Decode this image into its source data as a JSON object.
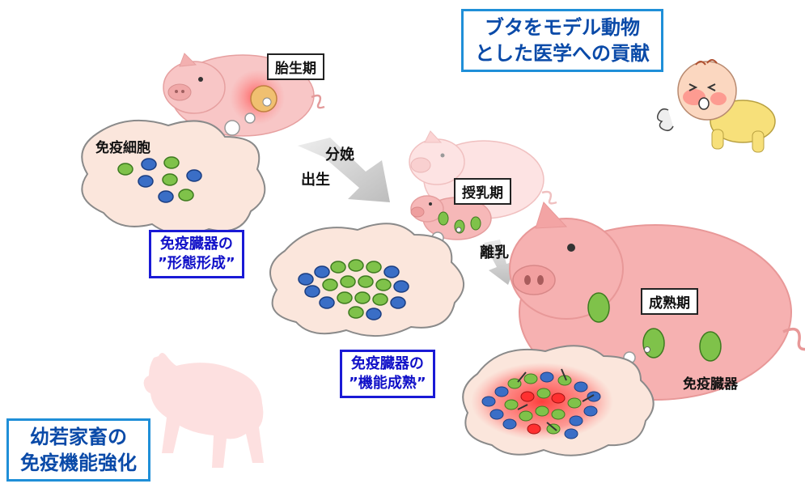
{
  "labels": {
    "fetal": "胎生期",
    "lactation": "授乳期",
    "mature": "成熟期",
    "delivery": "分娩",
    "birth": "出生",
    "weaning": "離乳",
    "immune_cells": "免疫細胞",
    "immune_organ": "免疫臓器",
    "morphogenesis_l1": "免疫臓器の",
    "morphogenesis_l2": "”形態形成”",
    "maturation_l1": "免疫臓器の",
    "maturation_l2": "”機能成熟”",
    "model_l1": "ブタをモデル動物",
    "model_l2": "とした医学への貢献",
    "livestock_l1": "幼若家畜の",
    "livestock_l2": "免疫機能強化"
  },
  "colors": {
    "pig_pink": "#f6b8b8",
    "pig_light": "#fde3e3",
    "cell_blue": "#3a6ec6",
    "cell_green": "#7fc24a",
    "cloud_fill": "#fbe6dc",
    "arrow_gray": "#c8c8c8",
    "accent_blue": "#1a1ad6",
    "accent_cyan": "#1f8fd8"
  }
}
